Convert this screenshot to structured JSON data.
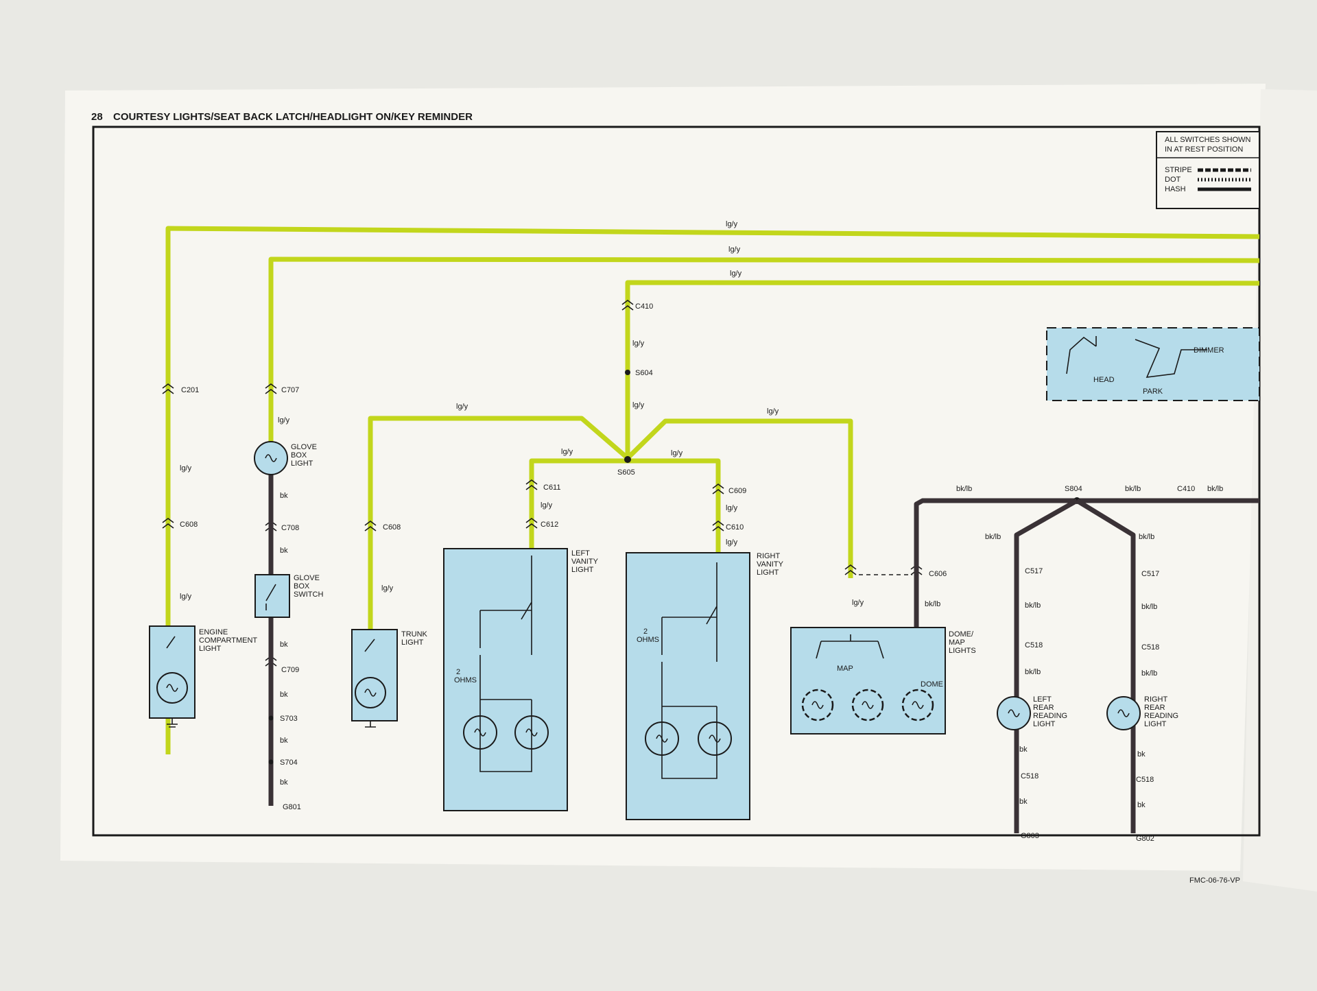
{
  "page": {
    "number": "28",
    "title": "COURTESY LIGHTS/SEAT BACK LATCH/HEADLIGHT ON/KEY REMINDER",
    "footer": "FMC-06-76-VP"
  },
  "legend": {
    "note_line1": "ALL SWITCHES SHOWN",
    "note_line2": "IN AT REST POSITION",
    "items": [
      "STRIPE",
      "DOT",
      "HASH"
    ]
  },
  "wire_labels": {
    "lg_y": "lg/y",
    "bk": "bk",
    "bk_lb": "bk/lb"
  },
  "connectors": {
    "c201": "C201",
    "c608a": "C608",
    "c707": "C707",
    "c708": "C708",
    "c709": "C709",
    "s703": "S703",
    "s704": "S704",
    "g801": "G801",
    "c608b": "C608",
    "c410a": "C410",
    "s604": "S604",
    "s605": "S605",
    "c611": "C611",
    "c612": "C612",
    "c609": "C609",
    "c610": "C610",
    "c606": "C606",
    "s804": "S804",
    "c410b": "C410",
    "c517a": "C517",
    "c518a": "C518",
    "c518b": "C518",
    "g803": "G803",
    "c517b": "C517",
    "c518c": "C518",
    "c518d": "C518",
    "g802": "G802"
  },
  "components": {
    "engine": [
      "ENGINE",
      "COMPARTMENT",
      "LIGHT"
    ],
    "glovebox_light": [
      "GLOVE",
      "BOX",
      "LIGHT"
    ],
    "glovebox_switch": [
      "GLOVE",
      "BOX",
      "SWITCH"
    ],
    "trunk": [
      "TRUNK",
      "LIGHT"
    ],
    "left_vanity": [
      "LEFT",
      "VANITY",
      "LIGHT"
    ],
    "right_vanity": [
      "RIGHT",
      "VANITY",
      "LIGHT"
    ],
    "dome_map": [
      "DOME/",
      "MAP",
      "LIGHTS"
    ],
    "left_rear": [
      "LEFT",
      "REAR",
      "READING",
      "LIGHT"
    ],
    "right_rear": [
      "RIGHT",
      "REAR",
      "READING",
      "LIGHT"
    ],
    "ohms_value": "2",
    "ohms_unit": "OHMS",
    "map": "MAP",
    "dome": "DOME",
    "headlight_switch": {
      "head": "HEAD",
      "park": "PARK",
      "dimmer": "DIMMER"
    }
  },
  "colors": {
    "wire_yellow": "#c2d61c",
    "wire_black": "#3a3236",
    "component_fill": "#b6dcea",
    "paper": "#f7f6f1"
  }
}
